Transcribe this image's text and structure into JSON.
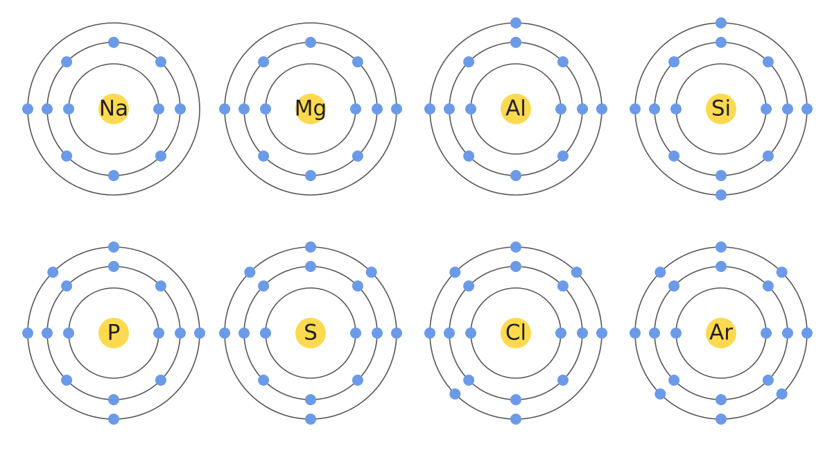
{
  "colors": {
    "background": "#ffffff",
    "shell": "#555555",
    "electron": "#6b9ae8",
    "nucleus": "#fdd94f",
    "text": "#1f1f1f"
  },
  "atoms": [
    {
      "symbol": "Na",
      "shells": [
        2,
        8,
        1
      ]
    },
    {
      "symbol": "Mg",
      "shells": [
        2,
        8,
        2
      ]
    },
    {
      "symbol": "Al",
      "shells": [
        2,
        8,
        3
      ]
    },
    {
      "symbol": "Si",
      "shells": [
        2,
        8,
        4
      ]
    },
    {
      "symbol": "P",
      "shells": [
        2,
        8,
        5
      ]
    },
    {
      "symbol": "S",
      "shells": [
        2,
        8,
        6
      ]
    },
    {
      "symbol": "Cl",
      "shells": [
        2,
        8,
        7
      ]
    },
    {
      "symbol": "Ar",
      "shells": [
        2,
        8,
        8
      ]
    }
  ]
}
